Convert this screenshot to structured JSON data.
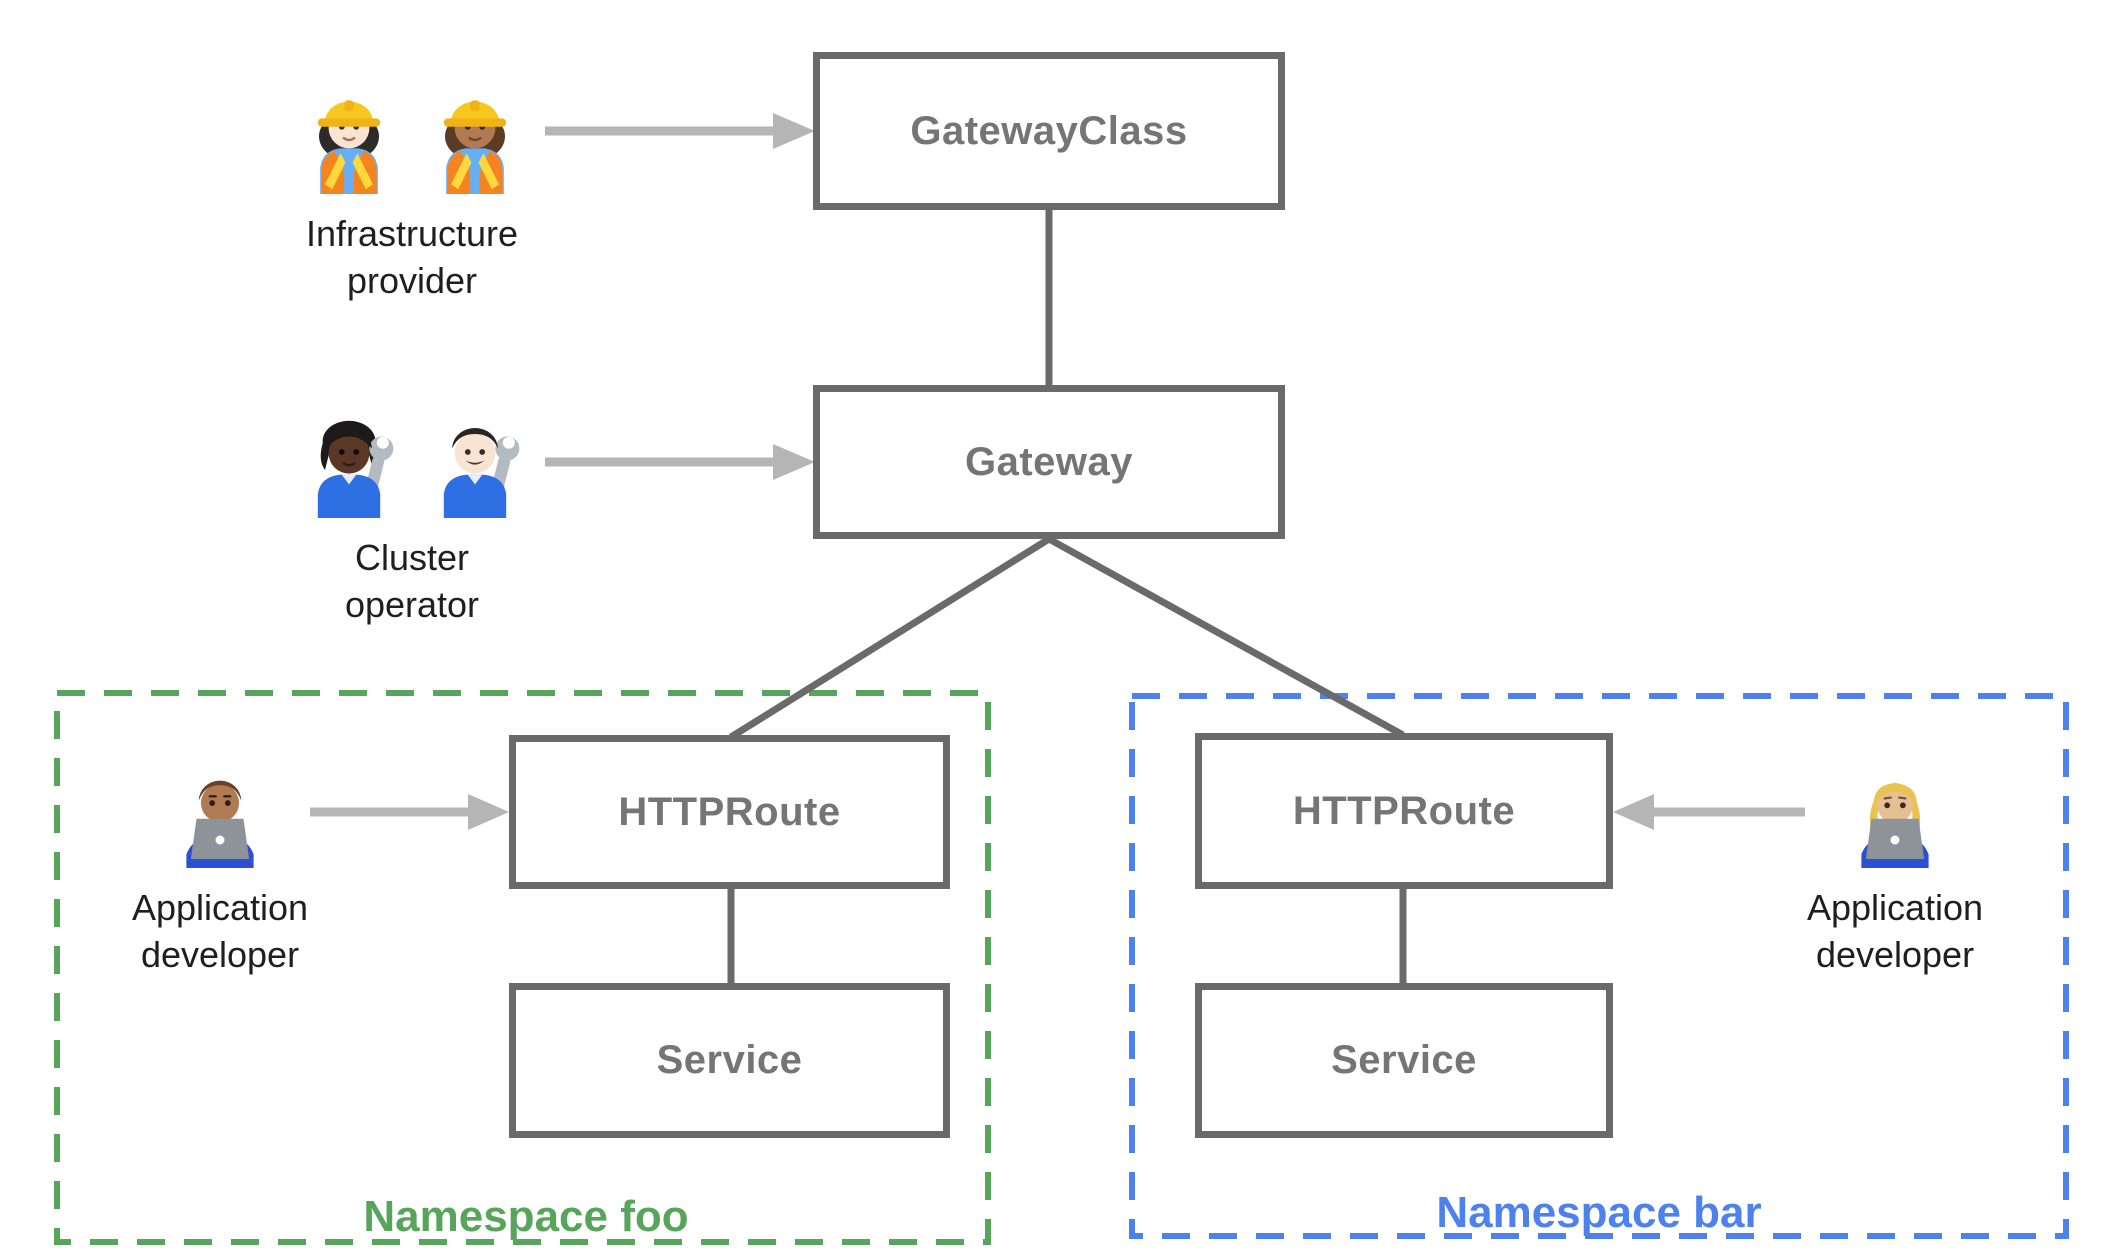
{
  "diagram": {
    "colors": {
      "background": "#ffffff",
      "node_border": "#6a6a6a",
      "node_text": "#757575",
      "connector": "#6a6a6a",
      "arrow": "#b5b5b5",
      "persona_text": "#1f1f1f",
      "namespace_foo_green": "#57a55a",
      "namespace_bar_blue": "#4d82ee"
    },
    "nodes": [
      {
        "id": "gatewayclass",
        "label": "GatewayClass"
      },
      {
        "id": "gateway",
        "label": "Gateway"
      },
      {
        "id": "httproute-foo",
        "label": "HTTPRoute"
      },
      {
        "id": "httproute-bar",
        "label": "HTTPRoute"
      },
      {
        "id": "service-foo",
        "label": "Service"
      },
      {
        "id": "service-bar",
        "label": "Service"
      }
    ],
    "personas": [
      {
        "id": "infrastructure-provider",
        "label": "Infrastructure\nprovider",
        "emoji": [
          "👷🏻‍♀️",
          "👷🏽‍♀️"
        ],
        "icons": [
          "woman-construction-worker-light-icon",
          "woman-construction-worker-medium-icon"
        ]
      },
      {
        "id": "cluster-operator",
        "label": "Cluster\noperator",
        "emoji": [
          "🧑🏿‍🔧",
          "👨🏻‍🔧"
        ],
        "icons": [
          "mechanic-dark-icon",
          "man-mechanic-light-icon"
        ]
      },
      {
        "id": "application-developer-foo",
        "label": "Application\ndeveloper",
        "emoji": [
          "👨🏽‍💻"
        ],
        "icons": [
          "man-technologist-icon"
        ]
      },
      {
        "id": "application-developer-bar",
        "label": "Application\ndeveloper",
        "emoji": [
          "👩🏼‍💻"
        ],
        "icons": [
          "woman-technologist-icon"
        ]
      }
    ],
    "namespaces": [
      {
        "id": "foo",
        "label": "Namespace foo",
        "color": "#57a55a"
      },
      {
        "id": "bar",
        "label": "Namespace bar",
        "color": "#4d82ee"
      }
    ]
  }
}
